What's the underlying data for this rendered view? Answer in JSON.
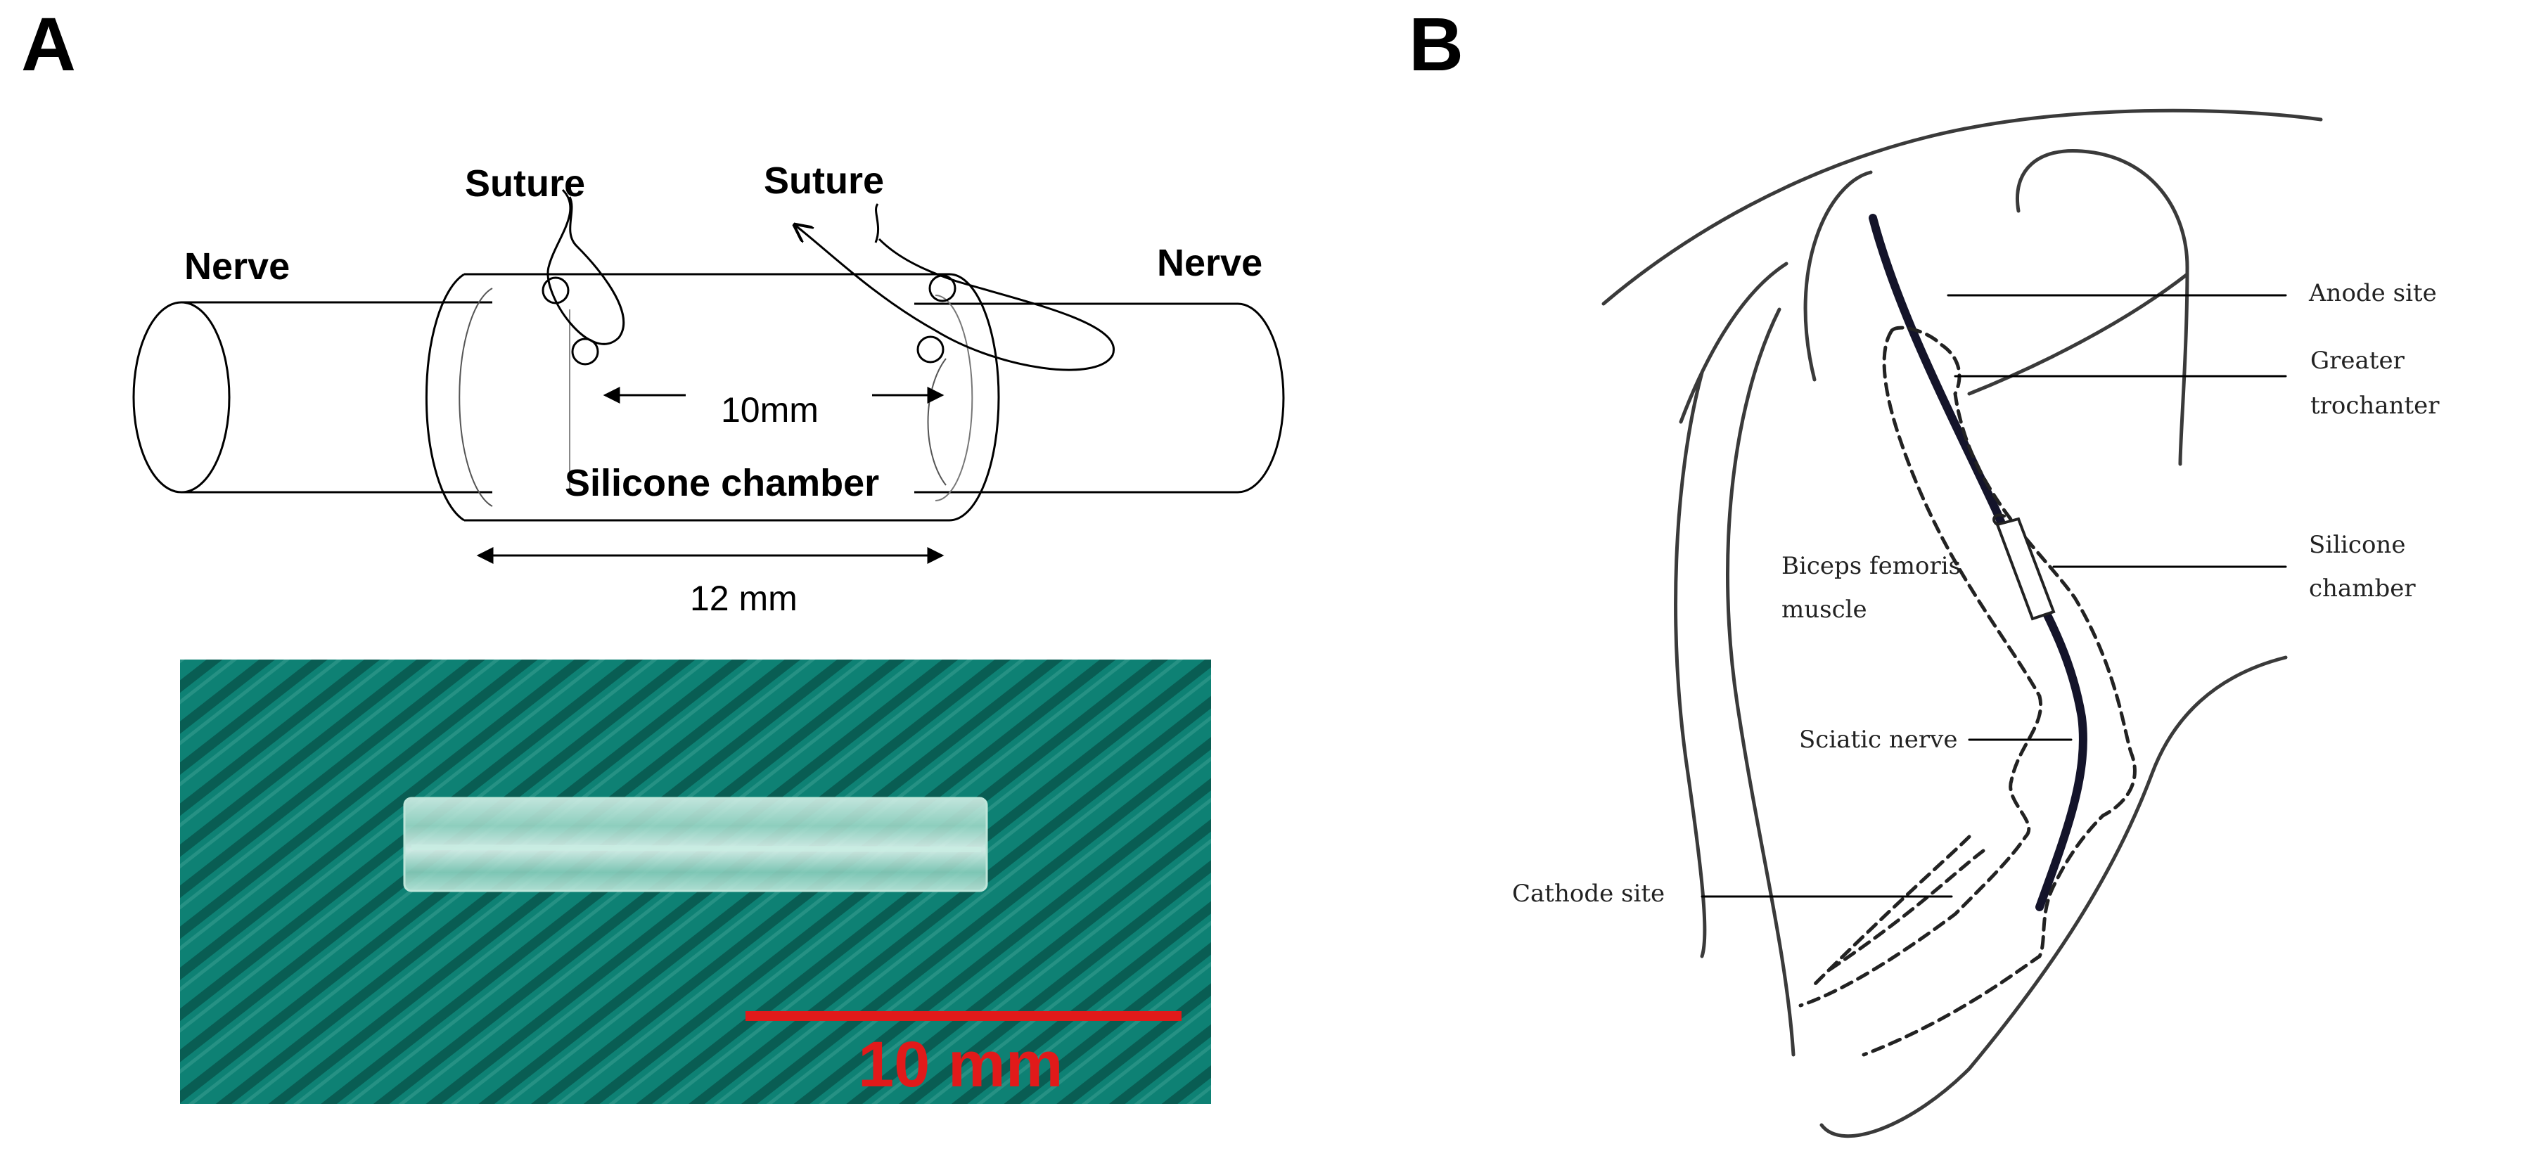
{
  "panels": {
    "a": {
      "letter": "A",
      "labels": {
        "nerve_left": "Nerve",
        "nerve_right": "Nerve",
        "suture_left": "Suture",
        "suture_right": "Suture",
        "gap": "10mm",
        "chamber": "Silicone chamber",
        "length": "12 mm"
      },
      "photo": {
        "scale_bar_label": "10 mm",
        "colors": {
          "fabric": "#0f8a7d",
          "fabric_dark": "#0a5e54",
          "scale_bar": "#e11a1a"
        }
      }
    },
    "b": {
      "letter": "B",
      "labels": {
        "anode_site": "Anode site",
        "greater_trochanter_1": "Greater",
        "greater_trochanter_2": "trochanter",
        "silicone_chamber_1": "Silicone",
        "silicone_chamber_2": "chamber",
        "biceps_1": "Biceps femoris",
        "biceps_2": "muscle",
        "sciatic_nerve": "Sciatic nerve",
        "cathode_site": "Cathode site"
      }
    }
  }
}
